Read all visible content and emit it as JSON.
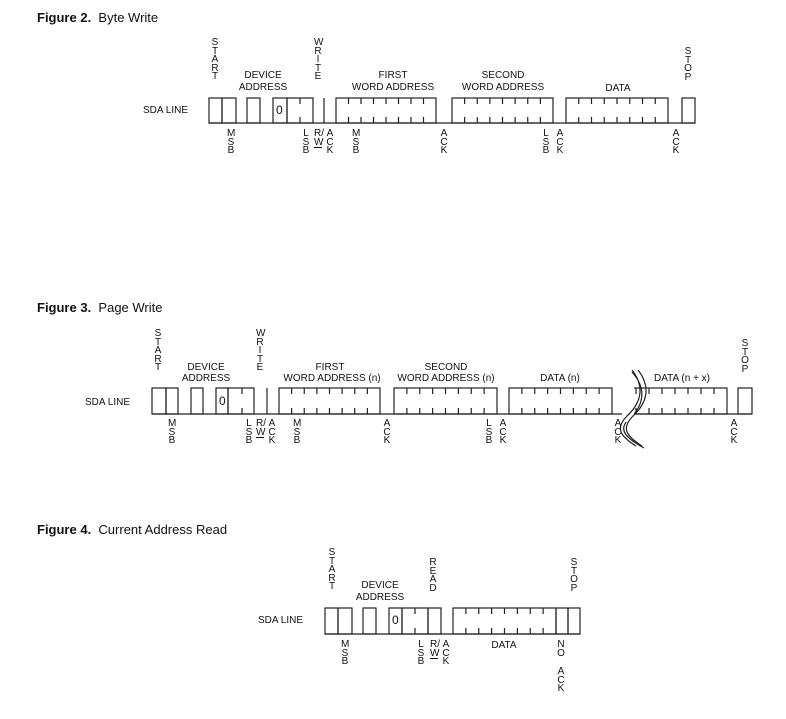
{
  "fig2": {
    "num": "Figure 2.",
    "title": "Byte Write",
    "sda": "SDA LINE",
    "top": {
      "start": "START",
      "write": "WRITE",
      "stop": "STOP",
      "dev1": "DEVICE",
      "dev2": "ADDRESS",
      "first1": "FIRST",
      "first2": "WORD ADDRESS",
      "second1": "SECOND",
      "second2": "WORD ADDRESS",
      "data": "DATA"
    },
    "bottom": {
      "msb1": "MSB",
      "lsb": "LSB",
      "rw": "R/W",
      "ack1": "ACK",
      "msb2": "MSB",
      "ack2": "ACK",
      "lsb2": "LSB",
      "ack3": "ACK",
      "ack4": "ACK"
    },
    "zero": "0"
  },
  "fig3": {
    "num": "Figure 3.",
    "title": "Page Write",
    "sda": "SDA LINE",
    "top": {
      "start": "START",
      "write": "WRITE",
      "stop": "STOP",
      "dev1": "DEVICE",
      "dev2": "ADDRESS",
      "first1": "FIRST",
      "first2": "WORD ADDRESS (n)",
      "second1": "SECOND",
      "second2": "WORD ADDRESS (n)",
      "data": "DATA (n)",
      "datax": "DATA (n + x)"
    },
    "bottom": {
      "msb1": "MSB",
      "lsb": "LSB",
      "rw": "R/W",
      "ack1": "ACK",
      "msb2": "MSB",
      "ack2": "ACK",
      "lsb2": "LSB",
      "ack3": "ACK",
      "ack4": "ACK",
      "ack5": "ACK"
    },
    "zero": "0"
  },
  "fig4": {
    "num": "Figure 4.",
    "title": "Current Address Read",
    "sda": "SDA LINE",
    "top": {
      "start": "START",
      "read": "READ",
      "stop": "STOP",
      "dev1": "DEVICE",
      "dev2": "ADDRESS"
    },
    "bottom": {
      "msb": "MSB",
      "lsb": "LSB",
      "rw": "R/W",
      "ack": "ACK",
      "data": "DATA",
      "no": "NO",
      "noack": "ACK"
    },
    "zero": "0"
  }
}
